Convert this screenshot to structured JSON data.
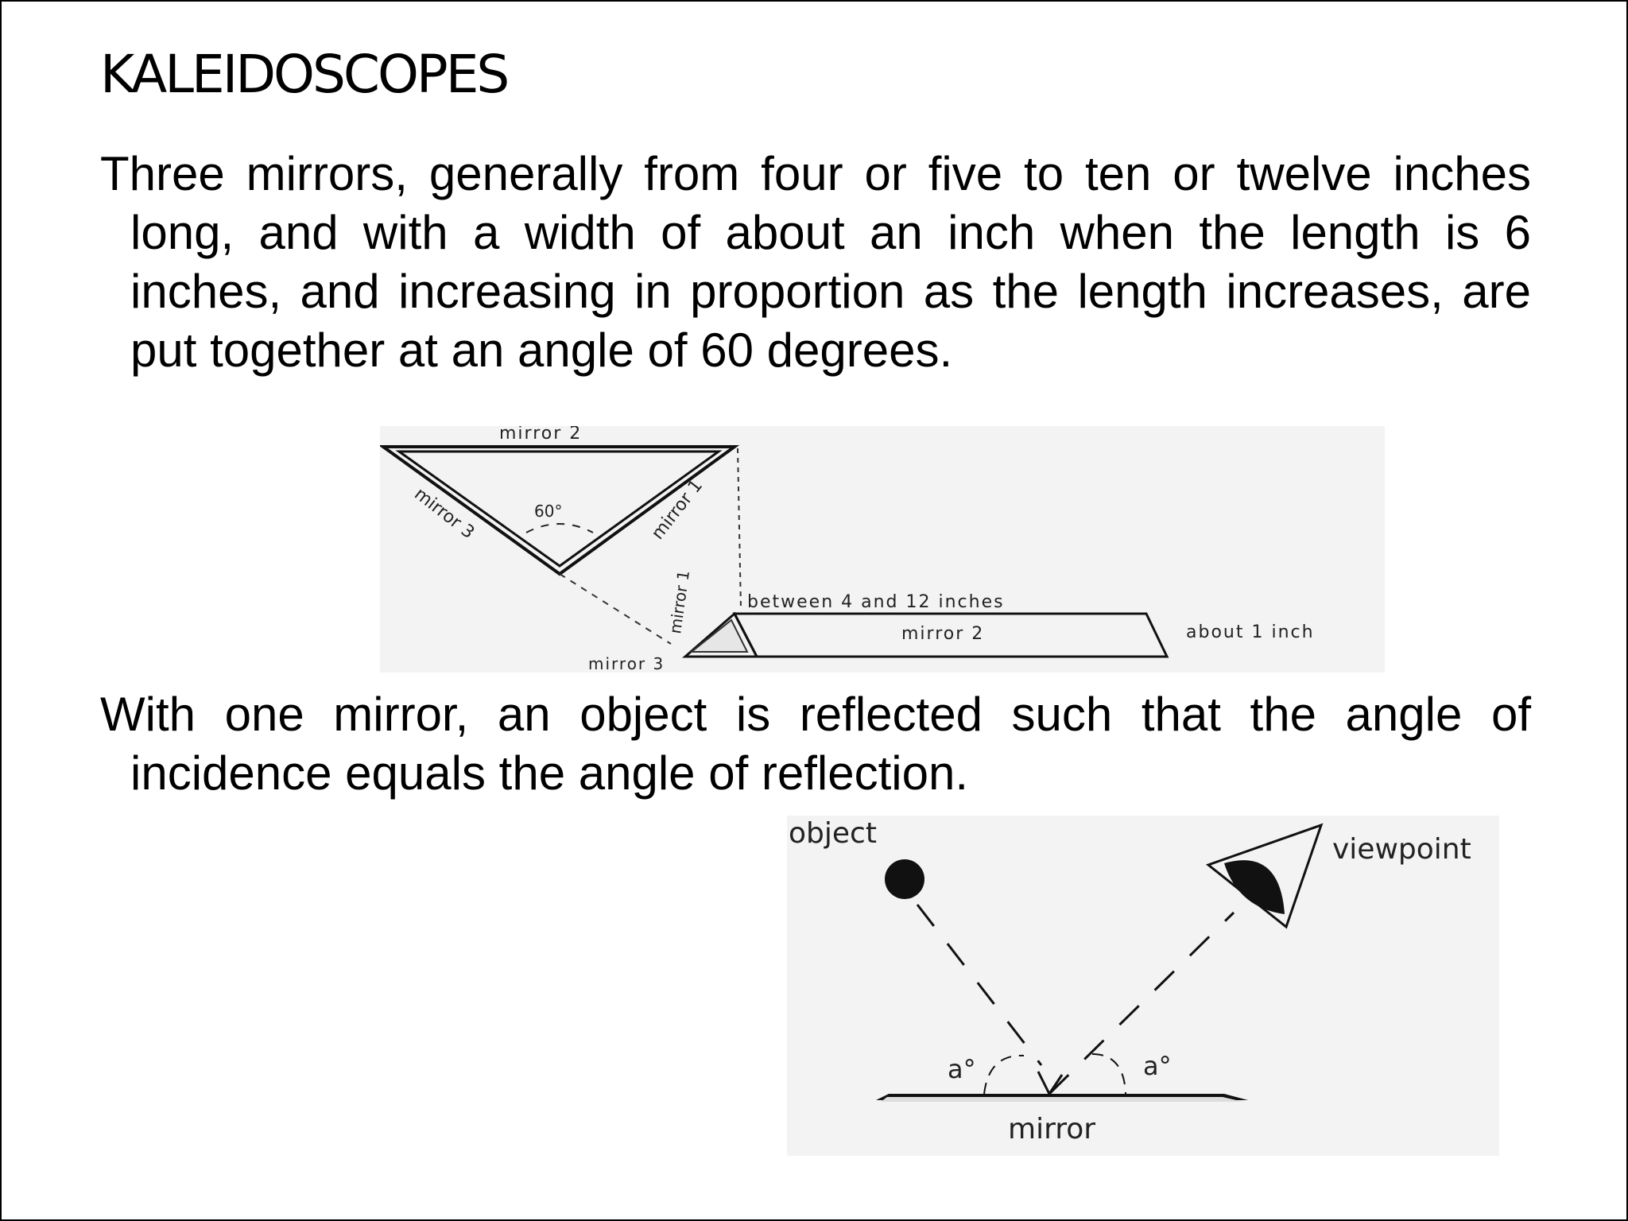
{
  "slide": {
    "title": "KALEIDOSCOPES",
    "paragraph_1": "Three mirrors, generally from four or five to ten or twelve inches long, and with a width of about an inch when the length is 6 inches, and increasing in proportion as the length increases, are put together at an angle of 60 degrees.",
    "paragraph_2": "With one mirror, an object is reflected such that the angle of incidence equals the angle of reflection."
  },
  "figure_1": {
    "mirror_2_top": "mirror 2",
    "mirror_3_left": "mirror 3",
    "mirror_1_right": "mirror 1",
    "angle": "60°",
    "mirror_1_small": "mirror 1",
    "mirror_3_small": "mirror 3",
    "length_label": "between 4 and 12 inches",
    "mirror_2_long": "mirror 2",
    "width_label": "about 1 inch"
  },
  "figure_2": {
    "object_label": "object",
    "viewpoint_label": "viewpoint",
    "angle_left": "a°",
    "angle_right": "a°",
    "mirror_label": "mirror"
  }
}
